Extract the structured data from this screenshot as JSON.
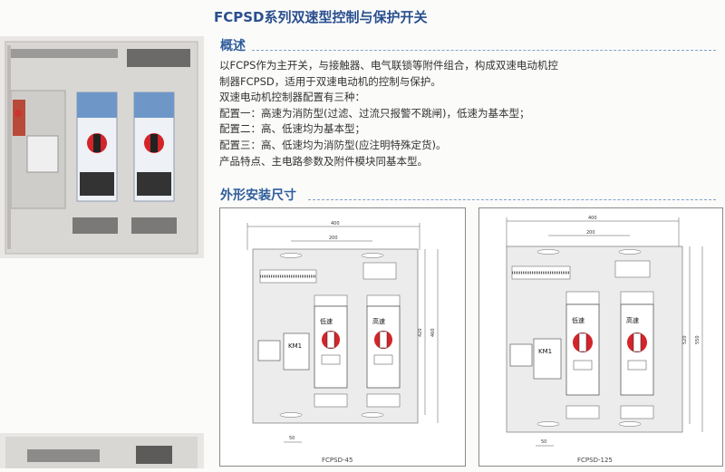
{
  "page": {
    "title": "FCPSD系列双速型控制与保护开关"
  },
  "overview": {
    "heading": "概述",
    "lines": [
      "以FCPS作为主开关，与接触器、电气联锁等附件组合，构成双速电动机控",
      "制器FCPSD，适用于双速电动机的控制与保护。",
      "双速电动机控制器配置有三种：",
      "配置一：高速为消防型(过滤、过流只报警不跳闸)，低速为基本型；",
      "配置二：高、低速均为基本型；",
      "配置三：高、低速均为消防型(应注明特殊定货)。",
      "产品特点、主电路参数及附件模块同基本型。"
    ]
  },
  "dimensions": {
    "heading": "外形安装尺寸",
    "drawings": [
      {
        "caption": "FCPSD-45",
        "dim_top": "400",
        "dim_mid": "200",
        "dim_bottom": "50",
        "dim_right_inner": "420",
        "dim_right_outer": "460",
        "label_low": "低速",
        "label_high": "高速",
        "km": "KM1"
      },
      {
        "caption": "FCPSD-125",
        "dim_top": "400",
        "dim_mid": "200",
        "dim_bottom": "50",
        "dim_right_inner": "520",
        "dim_right_outer": "550",
        "label_low": "低速",
        "label_high": "高速",
        "km": "KM1"
      }
    ]
  },
  "colors": {
    "title": "#2a4f8f",
    "heading": "#2f5d9a",
    "knob": "#d3242a",
    "module_blue": "#6e97c8"
  }
}
